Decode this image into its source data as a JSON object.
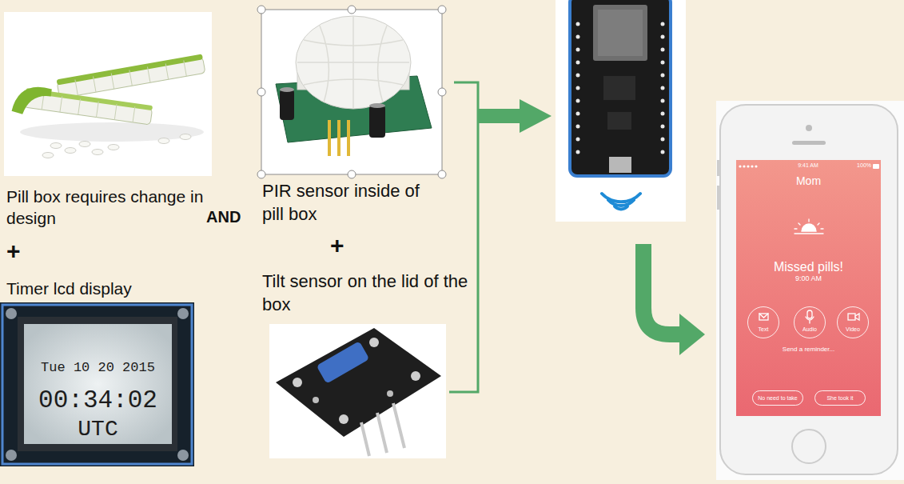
{
  "diagram": {
    "nodes": [
      {
        "text": [
          "Pill box requires change in design"
        ]
      },
      {
        "text": [
          "Timer lcd display",
          "Tue 10 20 2015",
          "00:34:02",
          "UTC"
        ]
      },
      {
        "text": [
          "PIR sensor inside of pill box"
        ]
      },
      {
        "text": [
          "Tilt sensor on the lid of the box"
        ]
      },
      {
        "text": [
          "Mom",
          "Missed pills!",
          "9:00 AM",
          "Send a reminder..."
        ]
      },
      {
        "text": [
          "Text"
        ],
        "in": 4
      },
      {
        "text": [
          "Audio"
        ],
        "in": 4
      },
      {
        "text": [
          "Video"
        ],
        "in": 4
      },
      {
        "text": [
          "No need to take"
        ],
        "in": 4
      },
      {
        "text": [
          "She took it"
        ],
        "in": 4
      }
    ],
    "labels": [
      "+",
      "AND",
      "+",
      "9:41 AM",
      "100%"
    ]
  }
}
